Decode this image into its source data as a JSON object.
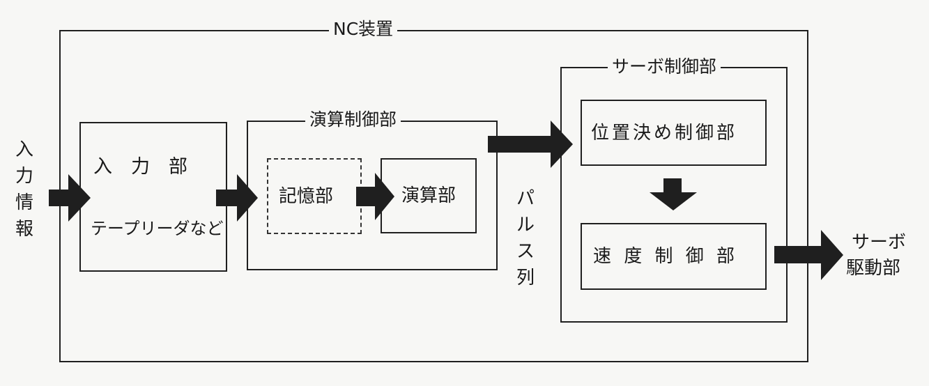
{
  "nc_device": {
    "title": "NC装置"
  },
  "input_info": {
    "chars": [
      "入",
      "力",
      "情",
      "報"
    ]
  },
  "input_unit": {
    "title": "入　力　部",
    "subtitle": "テープリーダなど"
  },
  "arith_control": {
    "title": "演算制御部",
    "memory": "記憶部",
    "arith": "演算部"
  },
  "pulse_train": {
    "chars": [
      "パ",
      "ル",
      "ス",
      "列"
    ]
  },
  "servo_control": {
    "title": "サーボ制御部",
    "position_control": "位置決め制御部",
    "speed_control": "速 度 制 御 部"
  },
  "servo_drive": {
    "line1": "サーボ",
    "line2": "駆動部"
  },
  "colors": {
    "ink": "#1f1f1f",
    "paper": "#f7f7f5"
  }
}
